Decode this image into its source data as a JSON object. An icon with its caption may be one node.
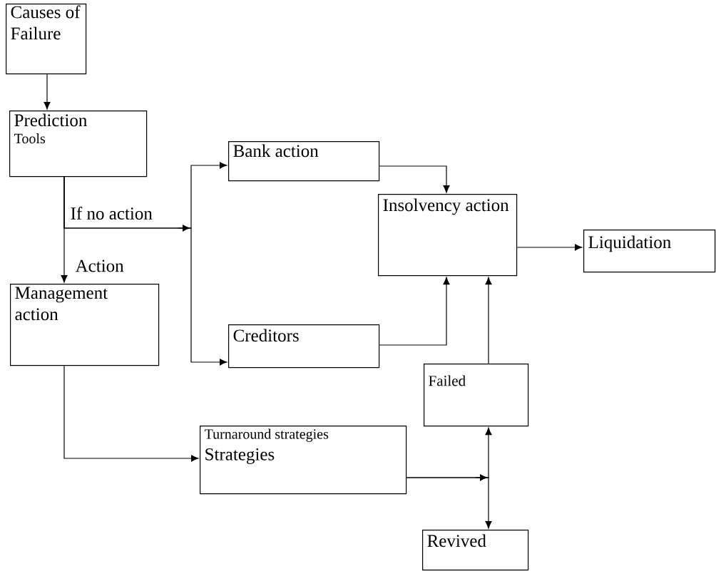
{
  "diagram": {
    "nodes": [
      {
        "text": [
          "Causes of Failure"
        ]
      },
      {
        "text": [
          "Prediction",
          "Tools"
        ]
      },
      {
        "text": [
          "Bank action"
        ]
      },
      {
        "text": [
          "Insolvency action"
        ]
      },
      {
        "text": [
          "Liquidation"
        ]
      },
      {
        "text": [
          "Management action"
        ]
      },
      {
        "text": [
          "Creditors"
        ]
      },
      {
        "text": [
          "Failed"
        ]
      },
      {
        "text": [
          "Turnaround strategies",
          "Strategies"
        ]
      },
      {
        "text": [
          "Revived"
        ]
      }
    ],
    "edges": [
      {
        "from": 0,
        "to": 1,
        "arrow": "to"
      },
      {
        "from": 1,
        "to": 5,
        "arrow": "to",
        "label": "Action"
      },
      {
        "from": 1,
        "to": 2,
        "arrow": "to",
        "label": "If no action"
      },
      {
        "from": 1,
        "to": 6,
        "arrow": "to"
      },
      {
        "from": 2,
        "to": 3,
        "arrow": "to"
      },
      {
        "from": 6,
        "to": 3,
        "arrow": "to"
      },
      {
        "from": 3,
        "to": 4,
        "arrow": "to"
      },
      {
        "from": 5,
        "to": 8,
        "arrow": "to"
      },
      {
        "from": 8,
        "to": 7,
        "arrow": "to"
      },
      {
        "from": 8,
        "to": 9,
        "arrow": "to"
      },
      {
        "from": 7,
        "to": 3,
        "arrow": "to"
      }
    ]
  }
}
